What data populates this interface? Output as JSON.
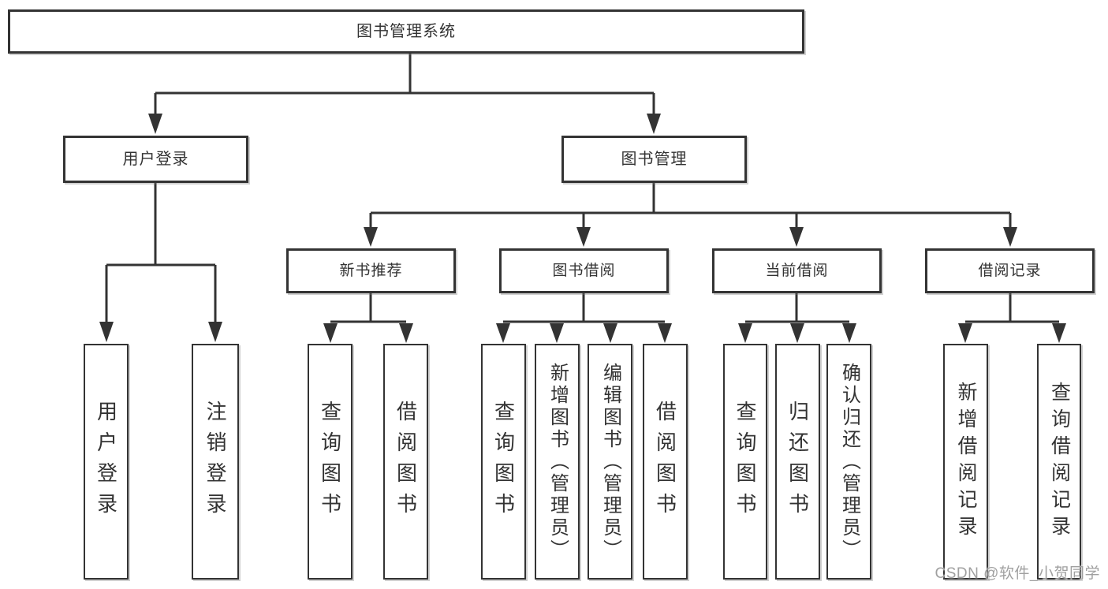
{
  "diagram": {
    "root": "图书管理系统",
    "level2": {
      "user_login": "用户登录",
      "book_management": "图书管理"
    },
    "level3": {
      "new_book_recommend": "新书推荐",
      "book_borrow": "图书借阅",
      "current_borrow": "当前借阅",
      "borrow_records": "借阅记录"
    },
    "leaves": {
      "login_group": [
        "用户登录",
        "注销登录"
      ],
      "recommend_group": [
        "查询图书",
        "借阅图书"
      ],
      "borrow_group": [
        "查询图书",
        "新增图书（管理员）",
        "编辑图书（管理员）",
        "借阅图书"
      ],
      "current_group": [
        "查询图书",
        "归还图书",
        "确认归还（管理员）"
      ],
      "records_group": [
        "新增借阅记录",
        "查询借阅记录"
      ]
    }
  },
  "watermark": "CSDN @软件_小贺同学",
  "colors": {
    "line": "#333333",
    "text": "#333333",
    "background": "#ffffff",
    "watermark": "#a0a0a0"
  }
}
